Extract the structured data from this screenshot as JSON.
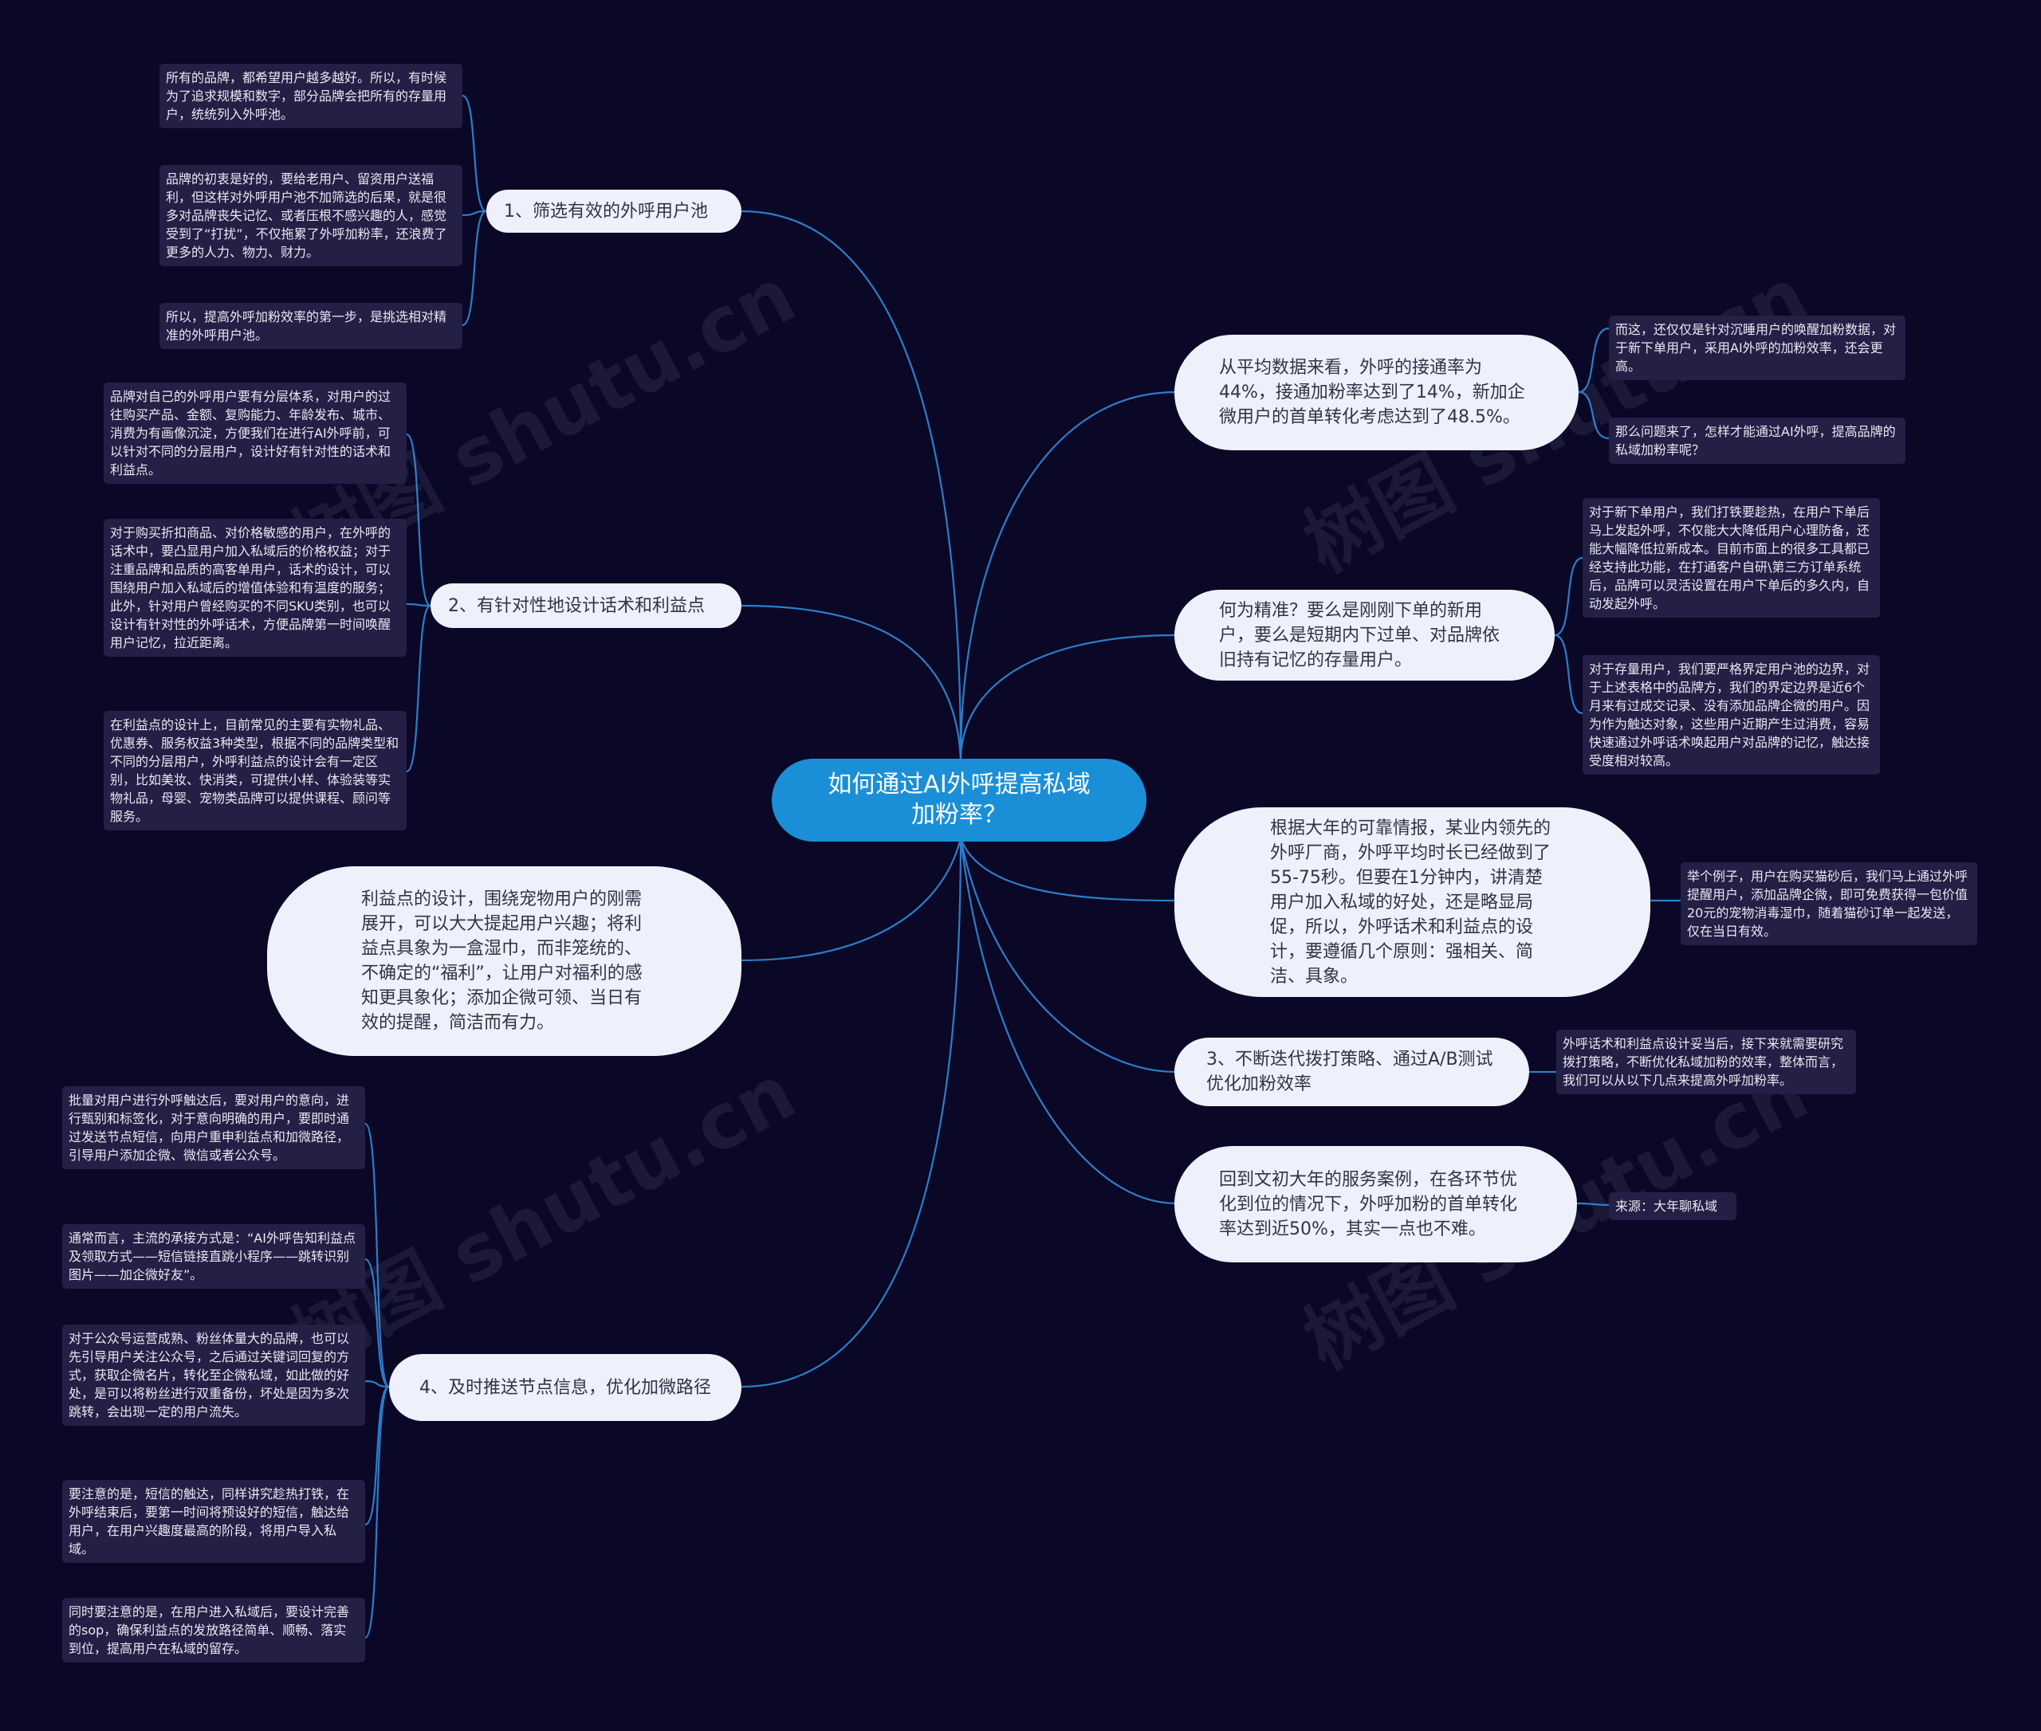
{
  "center": {
    "title": "如何通过AI外呼提高私域加粉率？"
  },
  "right": {
    "r1": "从平均数据来看，外呼的接通率为44%，接通加粉率达到了14%，新加企微用户的首单转化考虑达到了48.5%。",
    "r1_leaves": [
      "而这，还仅仅是针对沉睡用户的唤醒加粉数据，对于新下单用户，采用AI外呼的加粉效率，还会更高。",
      "那么问题来了，怎样才能通过AI外呼，提高品牌的私域加粉率呢？"
    ],
    "r2": "何为精准？要么是刚刚下单的新用户，要么是短期内下过单、对品牌依旧持有记忆的存量用户。",
    "r2_leaves": [
      "对于新下单用户，我们打铁要趁热，在用户下单后马上发起外呼，不仅能大大降低用户心理防备，还能大幅降低拉新成本。目前市面上的很多工具都已经支持此功能，在打通客户自研\\第三方订单系统后，品牌可以灵活设置在用户下单后的多久内，自动发起外呼。",
      "对于存量用户，我们要严格界定用户池的边界，对于上述表格中的品牌方，我们的界定边界是近6个月来有过成交记录、没有添加品牌企微的用户。因为作为触达对象，这些用户近期产生过消费，容易快速通过外呼话术唤起用户对品牌的记忆，触达接受度相对较高。"
    ],
    "r3": "根据大年的可靠情报，某业内领先的外呼厂商，外呼平均时长已经做到了55-75秒。但要在1分钟内，讲清楚用户加入私域的好处，还是略显局促，所以，外呼话术和利益点的设计，要遵循几个原则：强相关、简洁、具象。",
    "r3_leaves": [
      "举个例子，用户在购买猫砂后，我们马上通过外呼提醒用户，添加品牌企微，即可免费获得一包价值20元的宠物消毒湿巾，随着猫砂订单一起发送，仅在当日有效。"
    ],
    "r4": "3、不断迭代拨打策略、通过A/B测试优化加粉效率",
    "r4_leaves": [
      "外呼话术和利益点设计妥当后，接下来就需要研究拨打策略，不断优化私域加粉的效率，整体而言，我们可以从以下几点来提高外呼加粉率。"
    ],
    "r5": "回到文初大年的服务案例，在各环节优化到位的情况下，外呼加粉的首单转化率达到近50%，其实一点也不难。",
    "r5_leaves": [
      "来源：大年聊私域"
    ]
  },
  "left": {
    "l1": "1、筛选有效的外呼用户池",
    "l1_leaves": [
      "所有的品牌，都希望用户越多越好。所以，有时候为了追求规模和数字，部分品牌会把所有的存量用户，统统列入外呼池。",
      "品牌的初衷是好的，要给老用户、留资用户送福利，但这样对外呼用户池不加筛选的后果，就是很多对品牌丧失记忆、或者压根不感兴趣的人，感觉受到了“打扰”，不仅拖累了外呼加粉率，还浪费了更多的人力、物力、财力。",
      "所以，提高外呼加粉效率的第一步，是挑选相对精准的外呼用户池。"
    ],
    "l2": "2、有针对性地设计话术和利益点",
    "l2_leaves": [
      "品牌对自己的外呼用户要有分层体系，对用户的过往购买产品、金额、复购能力、年龄发布、城市、消费为有画像沉淀，方便我们在进行AI外呼前，可以针对不同的分层用户，设计好有针对性的话术和利益点。",
      "对于购买折扣商品、对价格敏感的用户，在外呼的话术中，要凸显用户加入私域后的价格权益；对于注重品牌和品质的高客单用户，话术的设计，可以围绕用户加入私域后的增值体验和有温度的服务；此外，针对用户曾经购买的不同SKU类别，也可以设计有针对性的外呼话术，方便品牌第一时间唤醒用户记忆，拉近距离。",
      "在利益点的设计上，目前常见的主要有实物礼品、优惠券、服务权益3种类型，根据不同的品牌类型和不同的分层用户，外呼利益点的设计会有一定区别，比如美妆、快消类，可提供小样、体验装等实物礼品，母婴、宠物类品牌可以提供课程、顾问等服务。"
    ],
    "l3": "利益点的设计，围绕宠物用户的刚需展开，可以大大提起用户兴趣；将利益点具象为一盒湿巾，而非笼统的、不确定的“福利”，让用户对福利的感知更具象化；添加企微可领、当日有效的提醒，简洁而有力。",
    "l4": "4、及时推送节点信息，优化加微路径",
    "l4_leaves": [
      "批量对用户进行外呼触达后，要对用户的意向，进行甄别和标签化，对于意向明确的用户，要即时通过发送节点短信，向用户重申利益点和加微路径，引导用户添加企微、微信或者公众号。",
      "通常而言，主流的承接方式是：“AI外呼告知利益点及领取方式——短信链接直跳小程序——跳转识别图片——加企微好友”。",
      "对于公众号运营成熟、粉丝体量大的品牌，也可以先引导用户关注公众号，之后通过关键词回复的方式，获取企微名片，转化至企微私域，如此做的好处，是可以将粉丝进行双重备份，坏处是因为多次跳转，会出现一定的用户流失。",
      "要注意的是，短信的触达，同样讲究趁热打铁，在外呼结束后，要第一时间将预设好的短信，触达给用户，在用户兴趣度最高的阶段，将用户导入私域。",
      "同时要注意的是，在用户进入私域后，要设计完善的sop，确保利益点的发放路径简单、顺畅、落实到位，提高用户在私域的留存。"
    ]
  },
  "watermark": "树图 shutu.cn",
  "colors": {
    "background": "#0b0726",
    "center": "#1a8fd8",
    "branch_fill": "#eef1fb",
    "leaf_fill": "#241f45",
    "line": "#2a7ec9"
  }
}
